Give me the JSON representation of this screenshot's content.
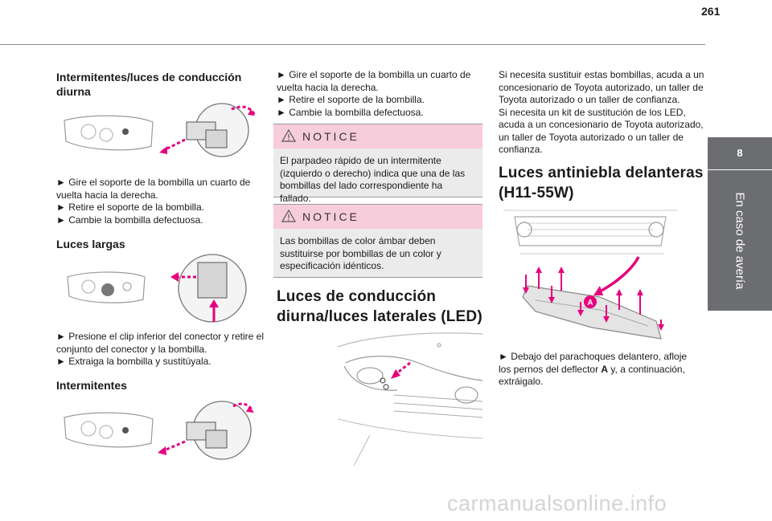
{
  "page": {
    "number": "261"
  },
  "side_tab": {
    "chapter_number": "8",
    "chapter_title": "En caso de avería"
  },
  "left": {
    "section1_title_line1": "Intermitentes/luces de conducción",
    "section1_title_line2": "diurna",
    "section1_steps": [
      "► Gire el soporte de la bombilla un cuarto de",
      "vuelta hacia la derecha.",
      "► Retire el soporte de la bombilla.",
      "► Cambie la bombilla defectuosa."
    ],
    "section2_title": "Luces largas",
    "section2_steps": [
      "► Presione el clip inferior del conector y retire el",
      "conjunto del conector y la bombilla.",
      "► Extraiga la bombilla y sustitúyala."
    ],
    "section3_title": "Intermitentes"
  },
  "middle": {
    "steps": [
      "► Gire el soporte de la bombilla un cuarto de",
      "vuelta hacia la derecha.",
      "► Retire el soporte de la bombilla.",
      "► Cambie la bombilla defectuosa."
    ],
    "notice1": {
      "title": "NOTICE",
      "lines": [
        "El parpadeo rápido de un intermitente",
        "(izquierdo o derecho) indica que una de las",
        "bombillas del lado correspondiente ha fallado."
      ]
    },
    "notice2": {
      "title": "NOTICE",
      "lines": [
        "Las bombillas de color ámbar deben",
        "sustituirse por bombillas de un color y",
        "especificación idénticos."
      ]
    },
    "section_title_line1": "Luces de conducción",
    "section_title_line2": "diurna/luces laterales (LED)"
  },
  "right": {
    "intro_lines": [
      "Si necesita sustituir estas bombillas, acuda a un",
      "concesionario de Toyota autorizado, un taller de",
      "Toyota autorizado o un taller de confianza.",
      "Si necesita un kit de sustitución de los LED,",
      "acuda a un concesionario de Toyota autorizado,",
      "un taller de Toyota autorizado o un taller de",
      "confianza."
    ],
    "section_title_line1": "Luces antiniebla delanteras",
    "section_title_line2": "(H11-55W)",
    "callout_label": "A",
    "step_line1": "► Debajo del parachoques delantero, afloje",
    "step_line2_pre": "los pernos del deflector ",
    "step_line2_bold": "A",
    "step_line2_post": " y, a continuación,",
    "step_line3": "extráigalo."
  },
  "watermark": "carmanualsonline.info",
  "colors": {
    "accent_magenta": "#e6007e",
    "tab_gray": "#6c6d70",
    "notice_pink": "#f7ccdb",
    "notice_gray": "#ebebeb"
  }
}
